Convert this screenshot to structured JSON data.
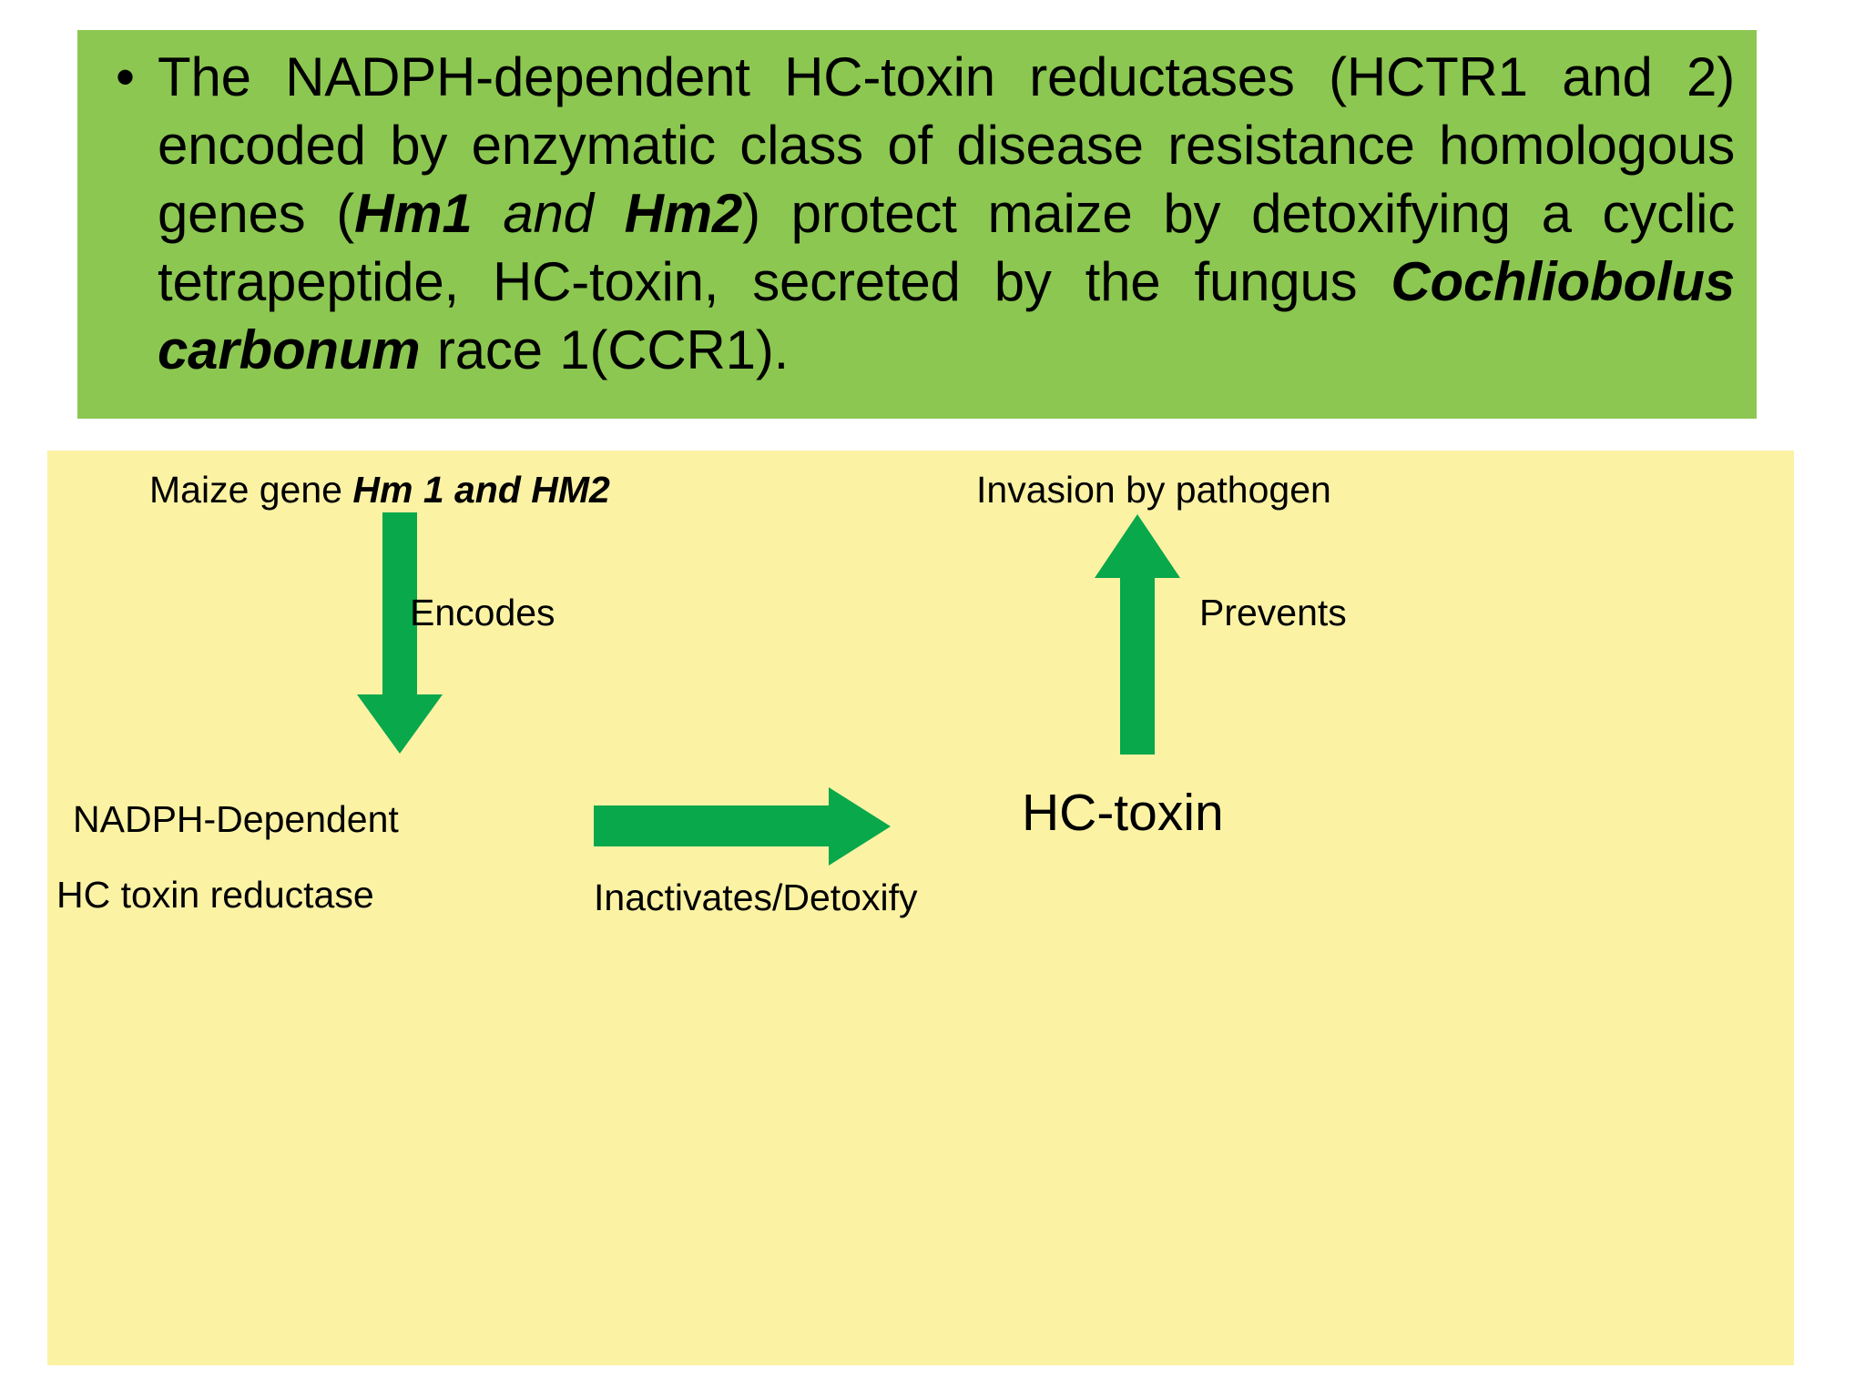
{
  "slide": {
    "background_color": "#ffffff",
    "statement": {
      "background_color": "#8CC751",
      "bullet": "•",
      "text_parts": {
        "p1": "The NADPH-dependent HC-toxin reductases (HCTR1 and 2) encoded by enzymatic class of disease resistance homologous genes (",
        "gene1": "Hm1",
        "conj": " and ",
        "gene2": "Hm2",
        "p2": ") protect maize by detoxifying a cyclic tetrapeptide, HC-toxin, secreted by the fungus ",
        "fungus": "Cochliobolus carbonum",
        "p3": " race 1(CCR1)."
      }
    },
    "diagram": {
      "background_color": "#FBF2A4",
      "arrow_color": "#08A84B",
      "labels": {
        "maize_gene_prefix": "Maize gene ",
        "maize_gene_name": "Hm 1 and HM2",
        "invasion": "Invasion by pathogen",
        "encodes": "Encodes",
        "prevents": "Prevents",
        "nadph_dependent": "NADPH-Dependent",
        "hc_toxin_reductase": "HC toxin reductase",
        "inactivates_detoxify": "Inactivates/Detoxify",
        "hc_toxin": "HC-toxin"
      },
      "arrows": [
        {
          "name": "encodes-arrow",
          "direction": "down"
        },
        {
          "name": "prevents-arrow",
          "direction": "up"
        },
        {
          "name": "inactivates-arrow",
          "direction": "right"
        }
      ]
    }
  }
}
